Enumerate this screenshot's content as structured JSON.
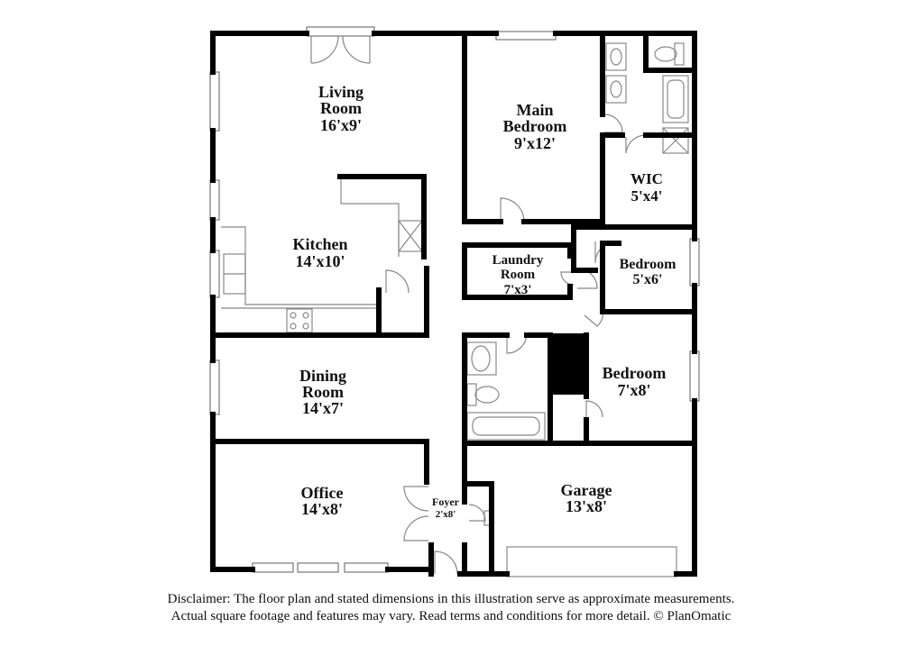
{
  "rooms": {
    "living_room": {
      "name_line1": "Living",
      "name_line2": "Room",
      "dims": "16'x9'"
    },
    "main_bedroom": {
      "name_line1": "Main",
      "name_line2": "Bedroom",
      "dims": "9'x12'"
    },
    "kitchen": {
      "name": "Kitchen",
      "dims": "14'x10'"
    },
    "wic": {
      "name": "WIC",
      "dims": "5'x4'"
    },
    "laundry_room": {
      "name_line1": "Laundry",
      "name_line2": "Room",
      "dims": "7'x3'"
    },
    "bedroom_small": {
      "name": "Bedroom",
      "dims": "5'x6'"
    },
    "dining_room": {
      "name_line1": "Dining",
      "name_line2": "Room",
      "dims": "14'x7'"
    },
    "bedroom_second": {
      "name": "Bedroom",
      "dims": "7'x8'"
    },
    "office": {
      "name": "Office",
      "dims": "14'x8'"
    },
    "foyer": {
      "name": "Foyer",
      "dims": "2'x8'"
    },
    "garage": {
      "name": "Garage",
      "dims": "13'x8'"
    }
  },
  "disclaimer": {
    "line1": "Disclaimer: The floor plan and stated dimensions in this illustration serve as approximate measurements.",
    "line2": "Actual square footage and features may vary. Read terms and conditions for more detail. © PlanOmatic"
  },
  "colors": {
    "wall": "#000000",
    "fixture": "#888888",
    "background": "#ffffff"
  }
}
